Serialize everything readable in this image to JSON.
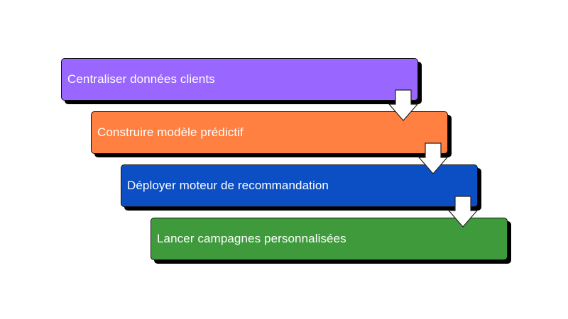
{
  "steps": [
    {
      "label": "Centraliser données clients",
      "color": "#9966ff"
    },
    {
      "label": "Construire modèle prédictif",
      "color": "#ff8040"
    },
    {
      "label": "Déployer moteur de recommandation",
      "color": "#0c4fc4"
    },
    {
      "label": "Lancer campagnes personnalisées",
      "color": "#3f9a3c"
    }
  ],
  "arrow_color": "#ffffff",
  "arrow_icon": "down-arrow-icon"
}
